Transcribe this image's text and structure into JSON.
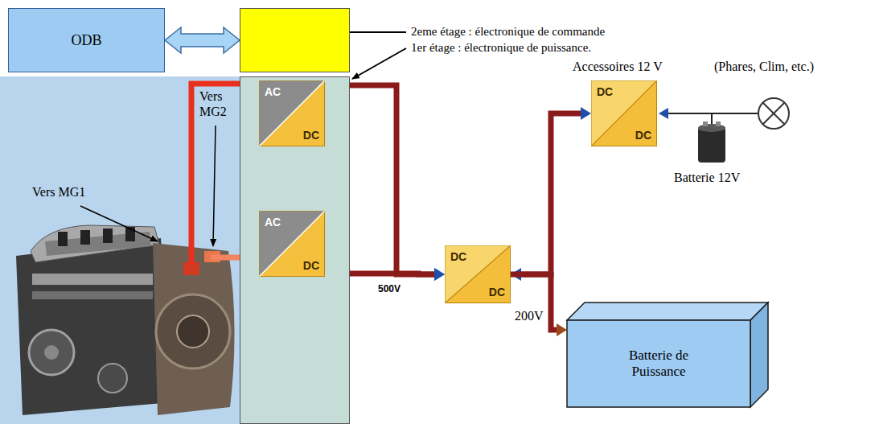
{
  "diagram": {
    "nodes": [
      {
        "text": [
          "ODB"
        ]
      },
      {
        "text": [
          "2eme étage : électronique de commande"
        ]
      },
      {
        "text": [
          "1er étage : électronique de puissance."
        ]
      },
      {
        "text": [
          "AC",
          "DC"
        ],
        "in": 2
      },
      {
        "text": [
          "AC",
          "DC"
        ],
        "in": 2
      },
      {
        "text": [
          "DC",
          "DC"
        ]
      },
      {
        "text": [
          "DC",
          "DC"
        ]
      },
      {
        "text": [
          "Batterie de Puissance"
        ]
      }
    ],
    "edges": [
      {
        "from": 0,
        "to": 1,
        "arrow": "both"
      },
      {
        "from": 3,
        "to": 5,
        "arrow": "to"
      },
      {
        "from": 4,
        "to": 5,
        "arrow": "to"
      },
      {
        "from": 5,
        "to": 7,
        "arrow": "both"
      },
      {
        "from": 5,
        "to": 6,
        "arrow": "to"
      }
    ],
    "labels": [
      "Vers MG1",
      "Vers MG2",
      "500V",
      "200V",
      "Accessoires 12 V",
      "(Phares, Clim, etc.)",
      "Batterie 12V"
    ]
  }
}
